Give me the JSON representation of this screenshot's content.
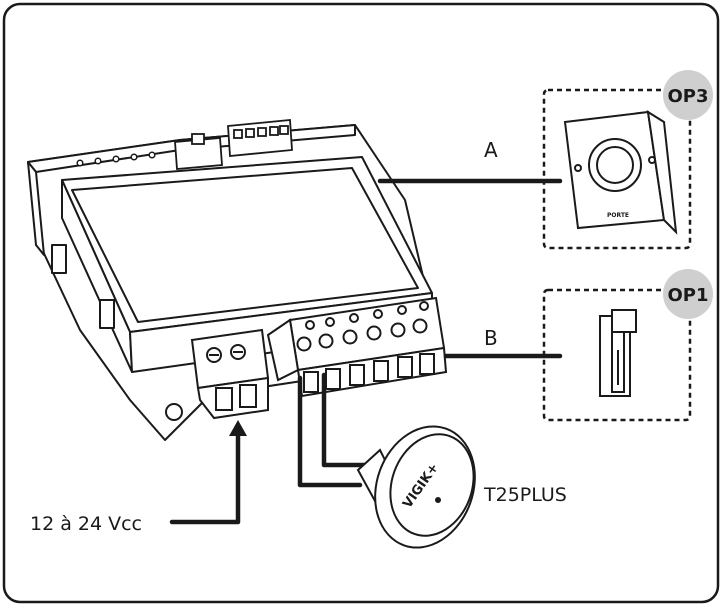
{
  "labels": {
    "line_a": "A",
    "line_b": "B",
    "reader": "T25PLUS",
    "power": "12 à 24 Vcc",
    "op3": "OP3",
    "op1": "OP1",
    "button_text": "PORTE",
    "reader_logo": "VIGIK+"
  },
  "colors": {
    "stroke": "#1a1a1a",
    "badge": "#cfcfcf",
    "background": "#ffffff"
  }
}
